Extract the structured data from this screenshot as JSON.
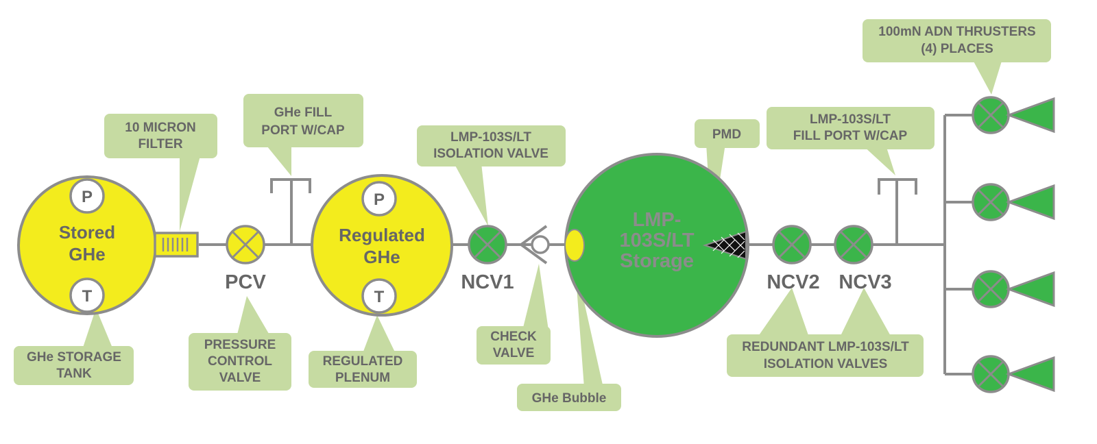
{
  "callouts": {
    "micron_filter": [
      "10 MICRON",
      "FILTER"
    ],
    "ghe_fill_port": [
      "GHe FILL",
      "PORT W/CAP"
    ],
    "isolation_valve": [
      "LMP-103S/LT",
      "ISOLATION VALVE"
    ],
    "pmd": [
      "PMD"
    ],
    "lmp_fill_port": [
      "LMP-103S/LT",
      "FILL PORT W/CAP"
    ],
    "thrusters": [
      "100mN ADN THRUSTERS",
      "(4) PLACES"
    ],
    "storage_tank": [
      "GHe STORAGE",
      "TANK"
    ],
    "pressure_control": [
      "PRESSURE",
      "CONTROL",
      "VALVE"
    ],
    "regulated_plenum": [
      "REGULATED",
      "PLENUM"
    ],
    "check_valve": [
      "CHECK",
      "VALVE"
    ],
    "ghe_bubble": [
      "GHe Bubble"
    ],
    "redundant_valves": [
      "REDUNDANT LMP-103S/LT",
      "ISOLATION VALVES"
    ]
  },
  "tanks": {
    "stored": [
      "Stored",
      "GHe"
    ],
    "regulated": [
      "Regulated",
      "GHe"
    ],
    "storage": [
      "LMP-",
      "103S/LT",
      "Storage"
    ]
  },
  "gauges": {
    "pressure": "P",
    "temperature": "T"
  },
  "labels": {
    "pcv": "PCV",
    "ncv1": "NCV1",
    "ncv2": "NCV2",
    "ncv3": "NCV3"
  },
  "colors": {
    "yellow": "#f3ec1d",
    "green": "#3bb54a",
    "callout": "#c6dba2",
    "line": "#8c8c8c",
    "text": "#666666"
  }
}
